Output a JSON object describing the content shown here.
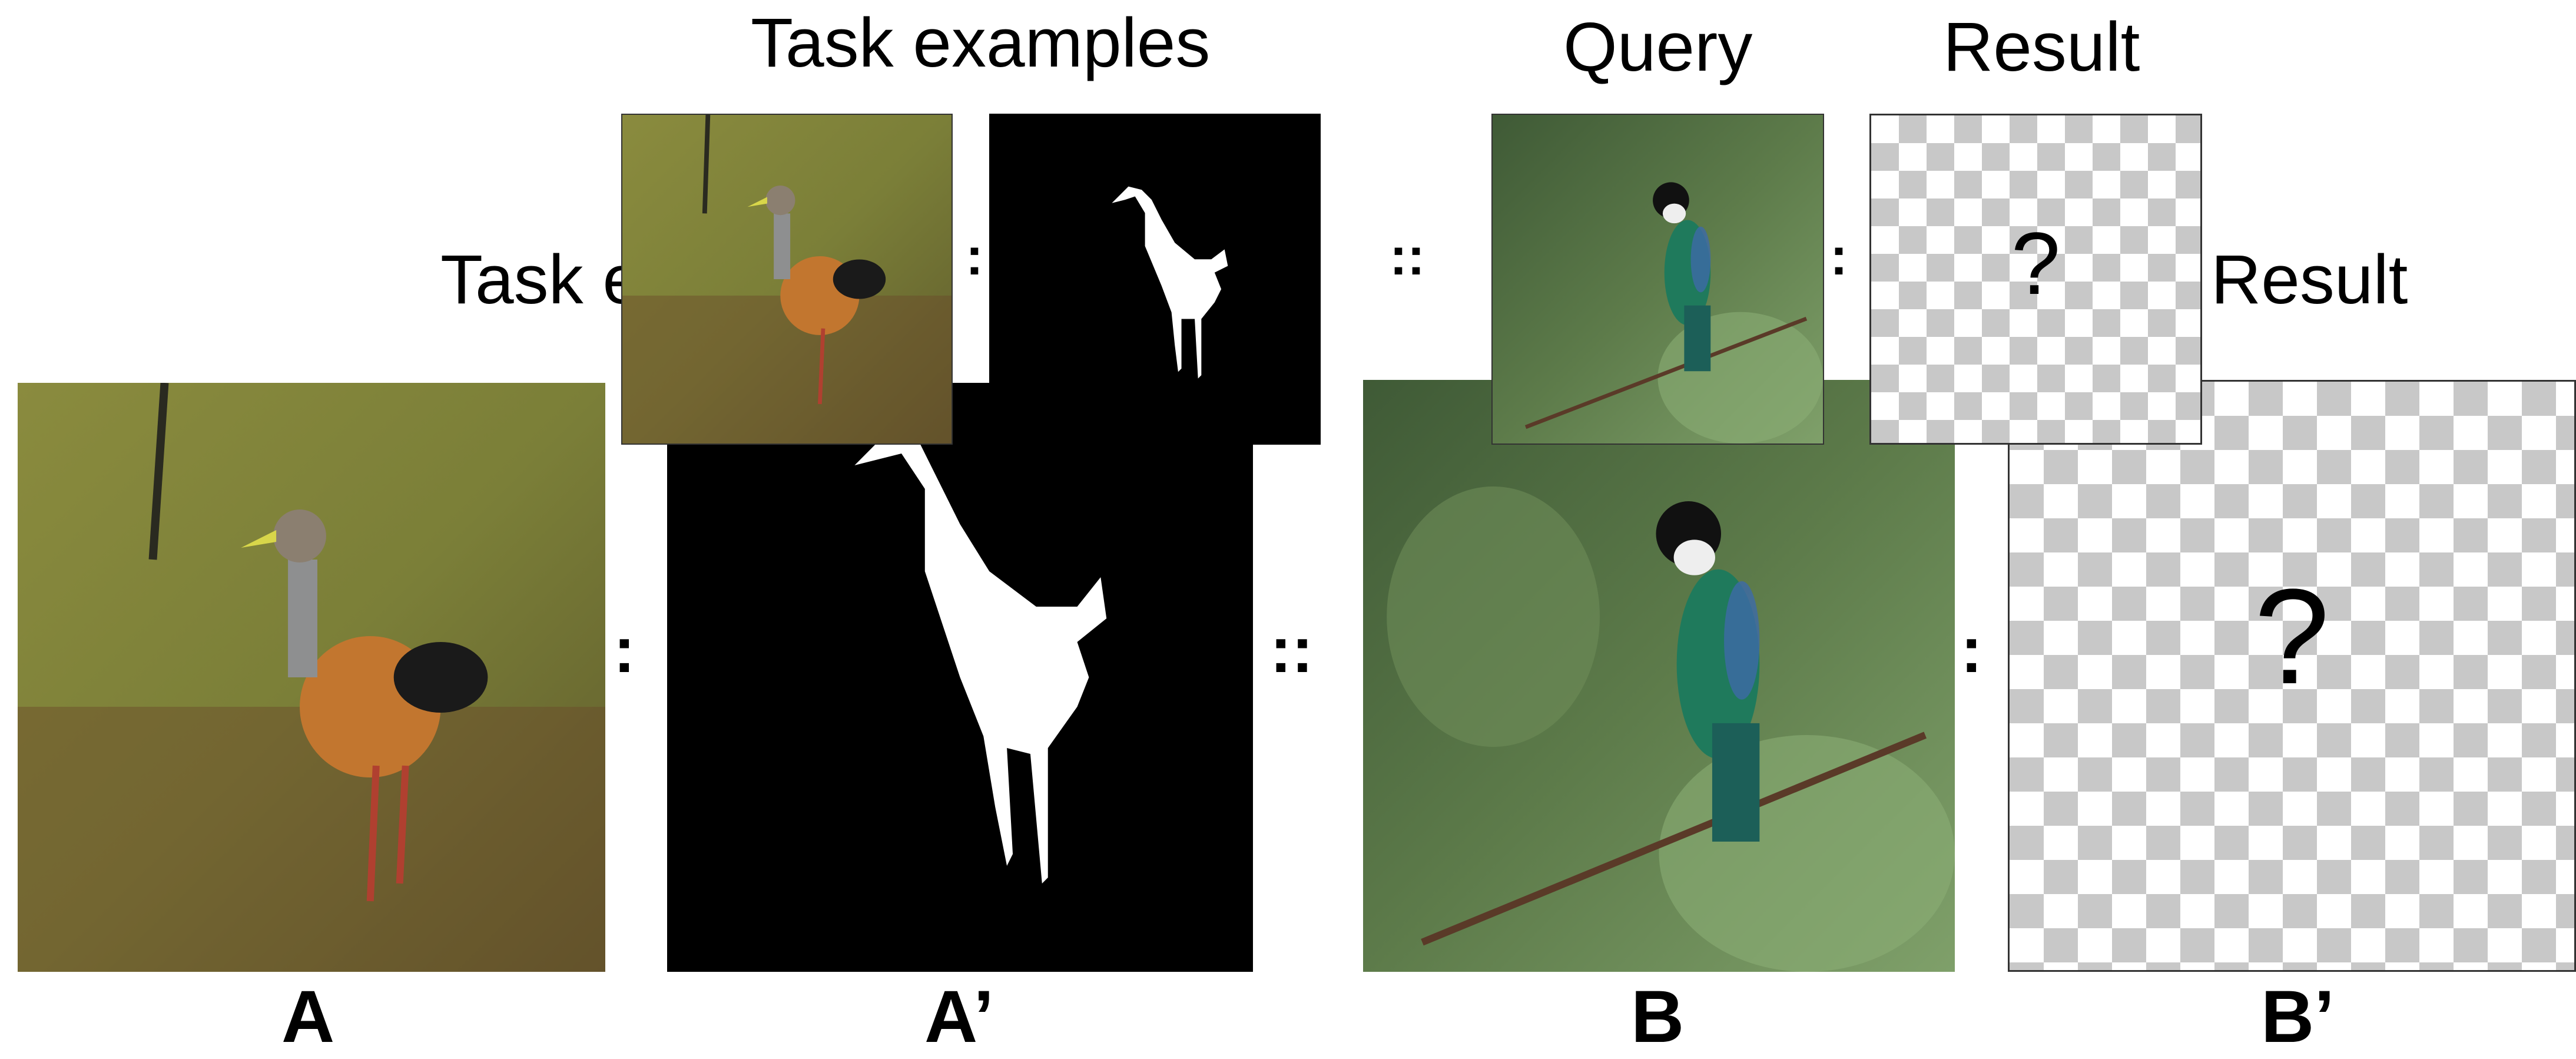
{
  "foreground": {
    "heading_examples": "Task examples",
    "heading_query": "Query",
    "heading_result": "Result",
    "sep_ratio": ":",
    "sep_analogy": "::",
    "sep_query": ":",
    "unknown": "?"
  },
  "background": {
    "heading_examples_partial": "Task e",
    "heading_result": "Result",
    "sep_ratio": ":",
    "sep_analogy": "::",
    "sep_query": ":",
    "unknown": "?",
    "panel_labels": [
      "A",
      "A’",
      "B",
      "B’"
    ]
  },
  "colors": {
    "mask_bg": "#000000",
    "mask_fg": "#ffffff",
    "checker_dark": "#c8c8c8",
    "checker_light": "#ffffff"
  }
}
